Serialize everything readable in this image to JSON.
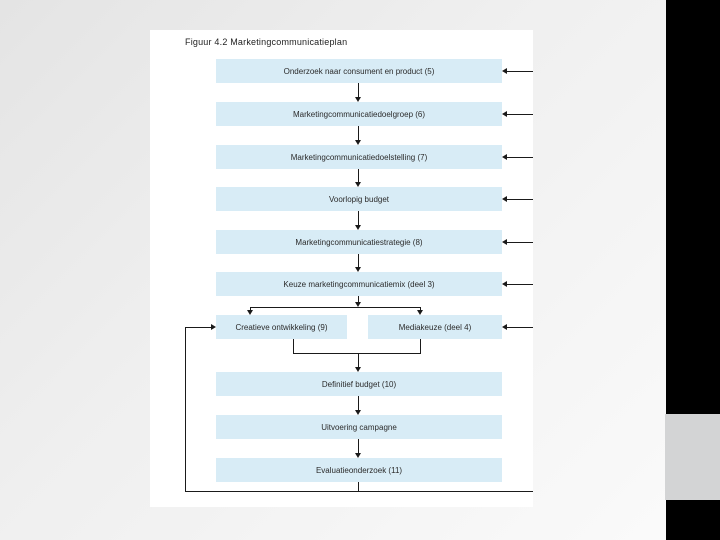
{
  "slide": {
    "title": "Figuur 4.2 Marketingcommunicatieplan"
  },
  "flowchart": {
    "main_boxes": [
      {
        "label": "Onderzoek naar consument en product (5)"
      },
      {
        "label": "Marketingcommunicatiedoelgroep (6)"
      },
      {
        "label": "Marketingcommunicatiedoelstelling (7)"
      },
      {
        "label": "Voorlopig budget"
      },
      {
        "label": "Marketingcommunicatiestrategie (8)"
      },
      {
        "label": "Keuze marketingcommunicatiemix (deel 3)"
      }
    ],
    "branch_boxes": [
      {
        "label": "Creatieve ontwikkeling (9)"
      },
      {
        "label": "Mediakeuze (deel 4)"
      }
    ],
    "bottom_boxes": [
      {
        "label": "Definitief budget (10)"
      },
      {
        "label": "Uitvoering campagne"
      },
      {
        "label": "Evaluatieonderzoek (11)"
      }
    ]
  },
  "colors": {
    "box_fill": "#d8ecf6",
    "line": "#1a1a1a",
    "page_background": "#ffffff",
    "slide_background": "#ececec",
    "side_bar": "#000000",
    "side_square": "#d3d4d5"
  }
}
